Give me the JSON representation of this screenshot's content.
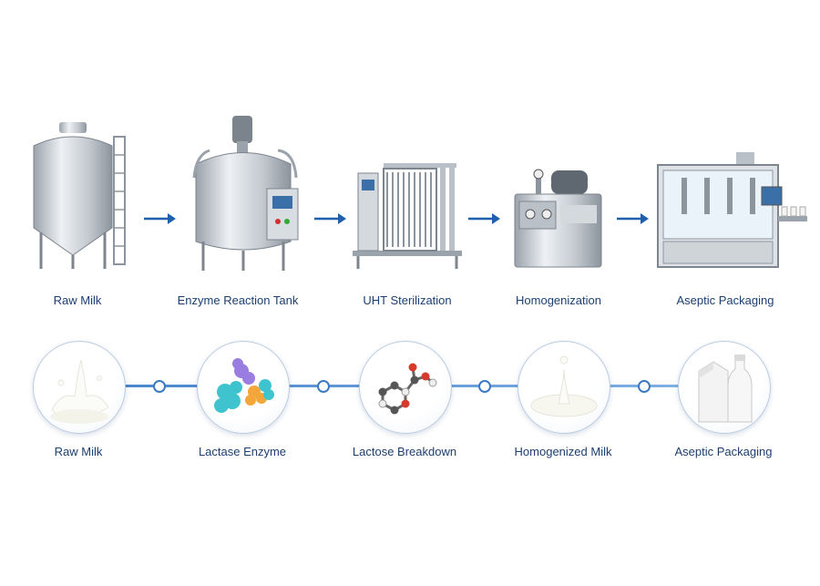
{
  "process_stages": [
    {
      "label": "Raw Milk",
      "icon": "storage-tank-icon"
    },
    {
      "label": "Enzyme Reaction Tank",
      "icon": "reaction-tank-icon"
    },
    {
      "label": "UHT Sterilization",
      "icon": "plate-heat-exchanger-icon"
    },
    {
      "label": "Homogenization",
      "icon": "homogenizer-icon"
    },
    {
      "label": "Aseptic Packaging",
      "icon": "filling-machine-icon"
    }
  ],
  "product_stages": [
    {
      "label": "Raw Milk",
      "icon": "milk-splash-icon"
    },
    {
      "label": "Lactase Enzyme",
      "icon": "enzyme-molecule-icon"
    },
    {
      "label": "Lactose Breakdown",
      "icon": "lactose-molecule-icon"
    },
    {
      "label": "Homogenized Milk",
      "icon": "milk-drop-icon"
    },
    {
      "label": "Aseptic Packaging",
      "icon": "milk-cartons-icon"
    }
  ],
  "colors": {
    "accent": "#1f5fae",
    "label": "#1b3f72",
    "steel": "#c9ced4"
  }
}
